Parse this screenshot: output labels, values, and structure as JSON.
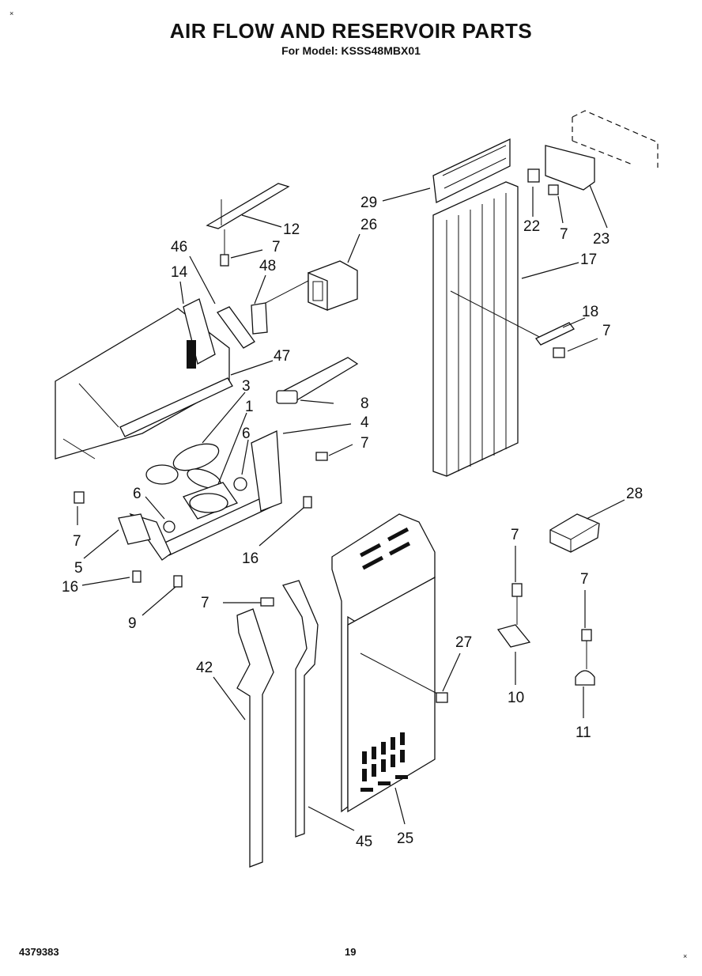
{
  "header": {
    "title": "AIR FLOW AND RESERVOIR PARTS",
    "subtitle": "For Model: KSSS48MBX01"
  },
  "footer": {
    "doc_number": "4379383",
    "page_number": "19"
  },
  "corner_marks": [
    "×",
    "×"
  ],
  "callouts": {
    "p12": "12",
    "p46": "46",
    "p7_top": "7",
    "p48": "48",
    "p26": "26",
    "p14": "14",
    "p47": "47",
    "p3": "3",
    "p1": "1",
    "p6_right": "6",
    "p8": "8",
    "p4": "4",
    "p7_mid": "7",
    "p6_left": "6",
    "p7_left": "7",
    "p5": "5",
    "p16_left": "16",
    "p16_right": "16",
    "p9": "9",
    "p29": "29",
    "p22": "22",
    "p7_right_top": "7",
    "p23": "23",
    "p17": "17",
    "p18": "18",
    "p7_right_mid": "7",
    "p28": "28",
    "p7_clip1": "7",
    "p10": "10",
    "p7_clip2": "7",
    "p11": "11",
    "p7_bracket": "7",
    "p42": "42",
    "p27": "27",
    "p45": "45",
    "p25": "25"
  }
}
